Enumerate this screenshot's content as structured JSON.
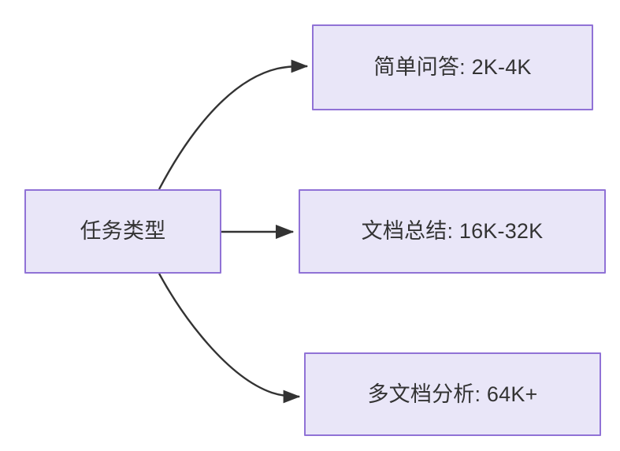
{
  "diagram": {
    "type": "flowchart",
    "direction": "left-to-right",
    "background_color": "#ffffff",
    "node_fill_color": "#e9e6f8",
    "node_border_color": "#9072d6",
    "node_text_color": "#333333",
    "edge_color": "#333333",
    "nodes": [
      {
        "id": "root",
        "label": "任务类型",
        "role": "source"
      },
      {
        "id": "qa",
        "label": "简单问答: 2K-4K",
        "role": "target"
      },
      {
        "id": "summary",
        "label": "文档总结: 16K-32K",
        "role": "target"
      },
      {
        "id": "multidoc",
        "label": "多文档分析: 64K+",
        "role": "target"
      }
    ],
    "edges": [
      {
        "id": "root-to-qa",
        "from": "任务类型",
        "to": "简单问答: 2K-4K",
        "label": "",
        "style": "curved-arrow"
      },
      {
        "id": "root-to-summary",
        "from": "任务类型",
        "to": "文档总结: 16K-32K",
        "label": "",
        "style": "straight-arrow"
      },
      {
        "id": "root-to-multidoc",
        "from": "任务类型",
        "to": "多文档分析: 64K+",
        "label": "",
        "style": "curved-arrow"
      }
    ]
  }
}
